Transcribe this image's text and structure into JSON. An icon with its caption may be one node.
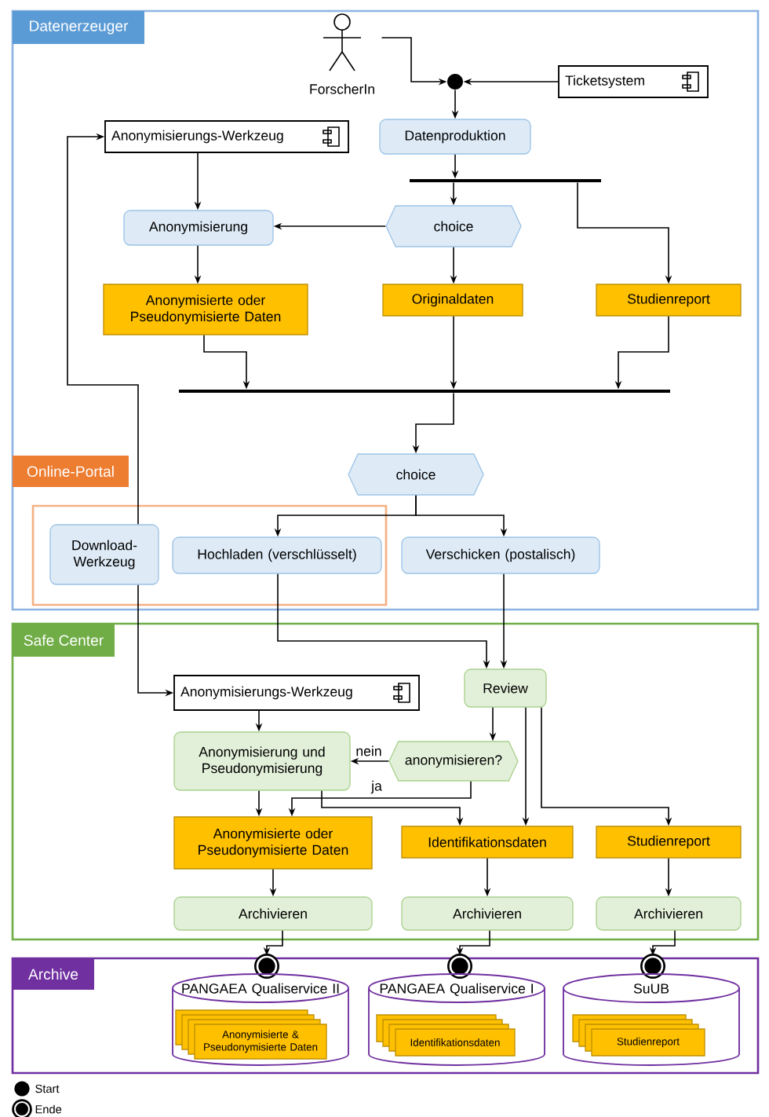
{
  "diagram": {
    "nodes": [
      {
        "text": [
          "Datenerzeuger"
        ]
      },
      {
        "text": [
          "ForscherIn"
        ],
        "in": 0
      },
      {
        "text": [],
        "shape": "circle",
        "in": 0
      },
      {
        "text": [
          "Ticketsystem"
        ],
        "in": 0
      },
      {
        "text": [
          "Anonymisierungs-Werkzeug"
        ],
        "in": 0
      },
      {
        "text": [
          "Datenproduktion"
        ],
        "in": 0
      },
      {
        "text": [],
        "shape": "bar",
        "in": 0
      },
      {
        "text": [
          "Anonymisierung"
        ],
        "in": 0
      },
      {
        "text": [
          "choice"
        ],
        "in": 0
      },
      {
        "text": [
          "Anonymisierte oder Pseudonymisierte Daten"
        ],
        "in": 0
      },
      {
        "text": [
          "Originaldaten"
        ],
        "in": 0
      },
      {
        "text": [
          "Studienreport"
        ],
        "in": 0
      },
      {
        "text": [],
        "shape": "bar",
        "in": 0
      },
      {
        "text": [
          "choice"
        ],
        "in": 0
      },
      {
        "text": [
          "Online-Portal"
        ],
        "in": 0
      },
      {
        "text": [
          "Download-Werkzeug"
        ],
        "in": 14
      },
      {
        "text": [
          "Hochladen (verschlüsselt)"
        ],
        "in": 14
      },
      {
        "text": [
          "Verschicken (postalisch)"
        ],
        "in": 0
      },
      {
        "text": [
          "Safe Center"
        ]
      },
      {
        "text": [
          "Anonymisierungs-Werkzeug"
        ],
        "in": 18
      },
      {
        "text": [
          "Review"
        ],
        "in": 18
      },
      {
        "text": [
          "Anonymisierung und Pseudonymisierung"
        ],
        "in": 18
      },
      {
        "text": [
          "anonymisieren?"
        ],
        "in": 18
      },
      {
        "text": [
          "Anonymisierte oder Pseudonymisierte Daten"
        ],
        "in": 18
      },
      {
        "text": [
          "Identifikationsdaten"
        ],
        "in": 18
      },
      {
        "text": [
          "Studienreport"
        ],
        "in": 18
      },
      {
        "text": [
          "Archivieren"
        ],
        "in": 18
      },
      {
        "text": [
          "Archivieren"
        ],
        "in": 18
      },
      {
        "text": [
          "Archivieren"
        ],
        "in": 18
      },
      {
        "text": [
          "Archive"
        ]
      },
      {
        "text": [],
        "shape": "circle",
        "in": 29
      },
      {
        "text": [],
        "shape": "circle",
        "in": 29
      },
      {
        "text": [],
        "shape": "circle",
        "in": 29
      },
      {
        "text": [
          "PANGAEA Qualiservice II"
        ],
        "in": 29
      },
      {
        "text": [
          "PANGAEA Qualiservice I"
        ],
        "in": 29
      },
      {
        "text": [
          "SuUB"
        ],
        "in": 29
      },
      {
        "text": [
          "Anonymisierte & Pseudonymisierte Daten"
        ],
        "in": 33
      },
      {
        "text": [
          "Identifikationsdaten"
        ],
        "in": 34
      },
      {
        "text": [
          "Studienreport"
        ],
        "in": 35
      }
    ],
    "edges": [
      {
        "from": 1,
        "to": 2,
        "arrow": "to"
      },
      {
        "from": 3,
        "to": 2,
        "arrow": "to"
      },
      {
        "from": 2,
        "to": 5,
        "arrow": "to"
      },
      {
        "from": 5,
        "to": 6,
        "arrow": "to"
      },
      {
        "from": 6,
        "to": 8,
        "arrow": "to"
      },
      {
        "from": 6,
        "to": 11,
        "arrow": "to"
      },
      {
        "from": 8,
        "to": 7,
        "arrow": "to"
      },
      {
        "from": 4,
        "to": 7,
        "arrow": "to"
      },
      {
        "from": 7,
        "to": 9,
        "arrow": "to"
      },
      {
        "from": 8,
        "to": 10,
        "arrow": "to"
      },
      {
        "from": 9,
        "to": 12,
        "arrow": "to"
      },
      {
        "from": 10,
        "to": 12,
        "arrow": "to"
      },
      {
        "from": 11,
        "to": 12,
        "arrow": "to"
      },
      {
        "from": 12,
        "to": 13,
        "arrow": "to"
      },
      {
        "from": 13,
        "to": 16,
        "arrow": "to"
      },
      {
        "from": 13,
        "to": 17,
        "arrow": "to"
      },
      {
        "from": 15,
        "to": 4,
        "arrow": "to"
      },
      {
        "from": 15,
        "to": 19,
        "arrow": "to"
      },
      {
        "from": 16,
        "to": 20,
        "arrow": "to"
      },
      {
        "from": 17,
        "to": 20,
        "arrow": "to"
      },
      {
        "from": 19,
        "to": 21,
        "arrow": "to"
      },
      {
        "from": 20,
        "to": 22,
        "arrow": "to"
      },
      {
        "from": 22,
        "to": 21,
        "arrow": "to",
        "label": "nein"
      },
      {
        "from": 22,
        "to": 23,
        "arrow": "to",
        "label": "ja"
      },
      {
        "from": 21,
        "to": 23,
        "arrow": "to"
      },
      {
        "from": 21,
        "to": 24,
        "arrow": "to"
      },
      {
        "from": 20,
        "to": 24,
        "arrow": "to"
      },
      {
        "from": 20,
        "to": 25,
        "arrow": "to"
      },
      {
        "from": 23,
        "to": 26,
        "arrow": "to"
      },
      {
        "from": 24,
        "to": 27,
        "arrow": "to"
      },
      {
        "from": 25,
        "to": 28,
        "arrow": "to"
      },
      {
        "from": 26,
        "to": 30,
        "arrow": "to"
      },
      {
        "from": 27,
        "to": 31,
        "arrow": "to"
      },
      {
        "from": 28,
        "to": 32,
        "arrow": "to"
      }
    ],
    "legend": [
      {
        "text": "Start"
      },
      {
        "text": "Ende"
      }
    ]
  }
}
